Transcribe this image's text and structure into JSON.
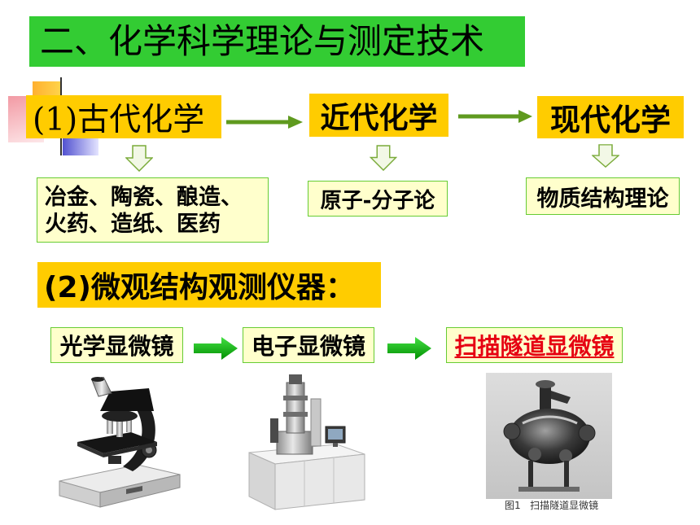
{
  "slide": {
    "title": "二、化学科学理论与测定技术"
  },
  "stages": [
    {
      "label": "(1)古代化学",
      "detail_lines": [
        "冶金、陶瓷、酿造、",
        "火药、造纸、医药"
      ]
    },
    {
      "label": "近代化学",
      "detail_lines": [
        "原子-分子论"
      ]
    },
    {
      "label": "现代化学",
      "detail_lines": [
        "物质结构理论"
      ]
    }
  ],
  "instruments": {
    "heading": "(2)微观结构观测仪器：",
    "items": [
      {
        "label": "光学显微镜"
      },
      {
        "label": "电子显微镜"
      },
      {
        "label": "扫描隧道显微镜"
      }
    ],
    "figure_caption": "图1   扫描隧道显微镜"
  },
  "icons": {
    "stage_arrow": "right-arrow-icon",
    "detail_arrow": "down-arrow-icon",
    "instrument_arrow": "right-block-arrow-icon"
  },
  "colors": {
    "title_bg": "#33cc33",
    "highlight_bg": "#ffcc00",
    "detail_bg": "#ffffcc",
    "detail_border": "#66cc33",
    "stage_arrow": "#5f9a1f",
    "instrument_arrow": "#00b400",
    "link_text": "#e60012"
  }
}
